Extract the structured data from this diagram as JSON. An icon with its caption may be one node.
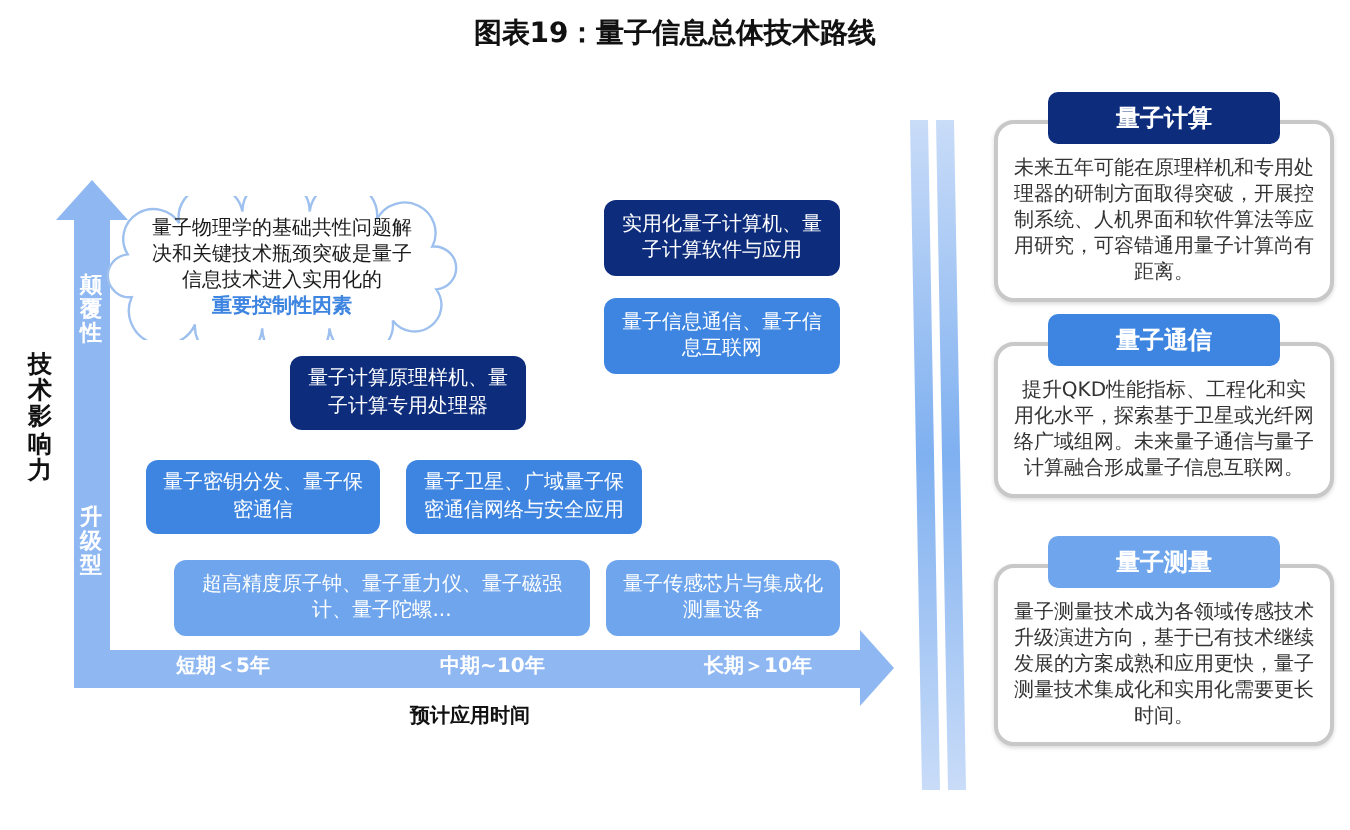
{
  "diagram": {
    "title": "图表19：量子信息总体技术路线",
    "nodes": [
      {
        "text": [
          "量子物理学的基础共性问题解决和关键技术瓶颈突破是量子信息技术进入实用化的",
          "重要控制性因素"
        ]
      },
      {
        "text": [
          "实用化量子计算机、量子计算软件与应用"
        ]
      },
      {
        "text": [
          "量子信息通信、量子信息互联网"
        ]
      },
      {
        "text": [
          "量子计算原理样机、量子计算专用处理器"
        ]
      },
      {
        "text": [
          "量子密钥分发、量子保密通信"
        ]
      },
      {
        "text": [
          "量子卫星、广域量子保密通信网络与安全应用"
        ]
      },
      {
        "text": [
          "超高精度原子钟、量子重力仪、量子磁强计、量子陀螺..."
        ]
      },
      {
        "text": [
          "量子传感芯片与集成化测量设备"
        ]
      },
      {
        "text": [
          "量子计算",
          "未来五年可能在原理样机和专用处理器的研制方面取得突破，开展控制系统、人机界面和软件算法等应用研究，可容错通用量子计算尚有距离。"
        ]
      },
      {
        "text": [
          "量子通信",
          "提升QKD性能指标、工程化和实用化水平，探索基于卫星或光纤网络广域组网。未来量子通信与量子计算融合形成量子信息互联网。"
        ]
      },
      {
        "text": [
          "量子测量",
          "量子测量技术成为各领域传感技术升级演进方向，基于已有技术继续发展的方案成熟和应用更快，量子测量技术集成化和实用化需要更长时间。"
        ]
      }
    ],
    "labels": [
      "颠覆性",
      "技术影响力",
      "升级型",
      "短期＜5年",
      "中期~10年",
      "长期＞10年",
      "预计应用时间"
    ]
  }
}
